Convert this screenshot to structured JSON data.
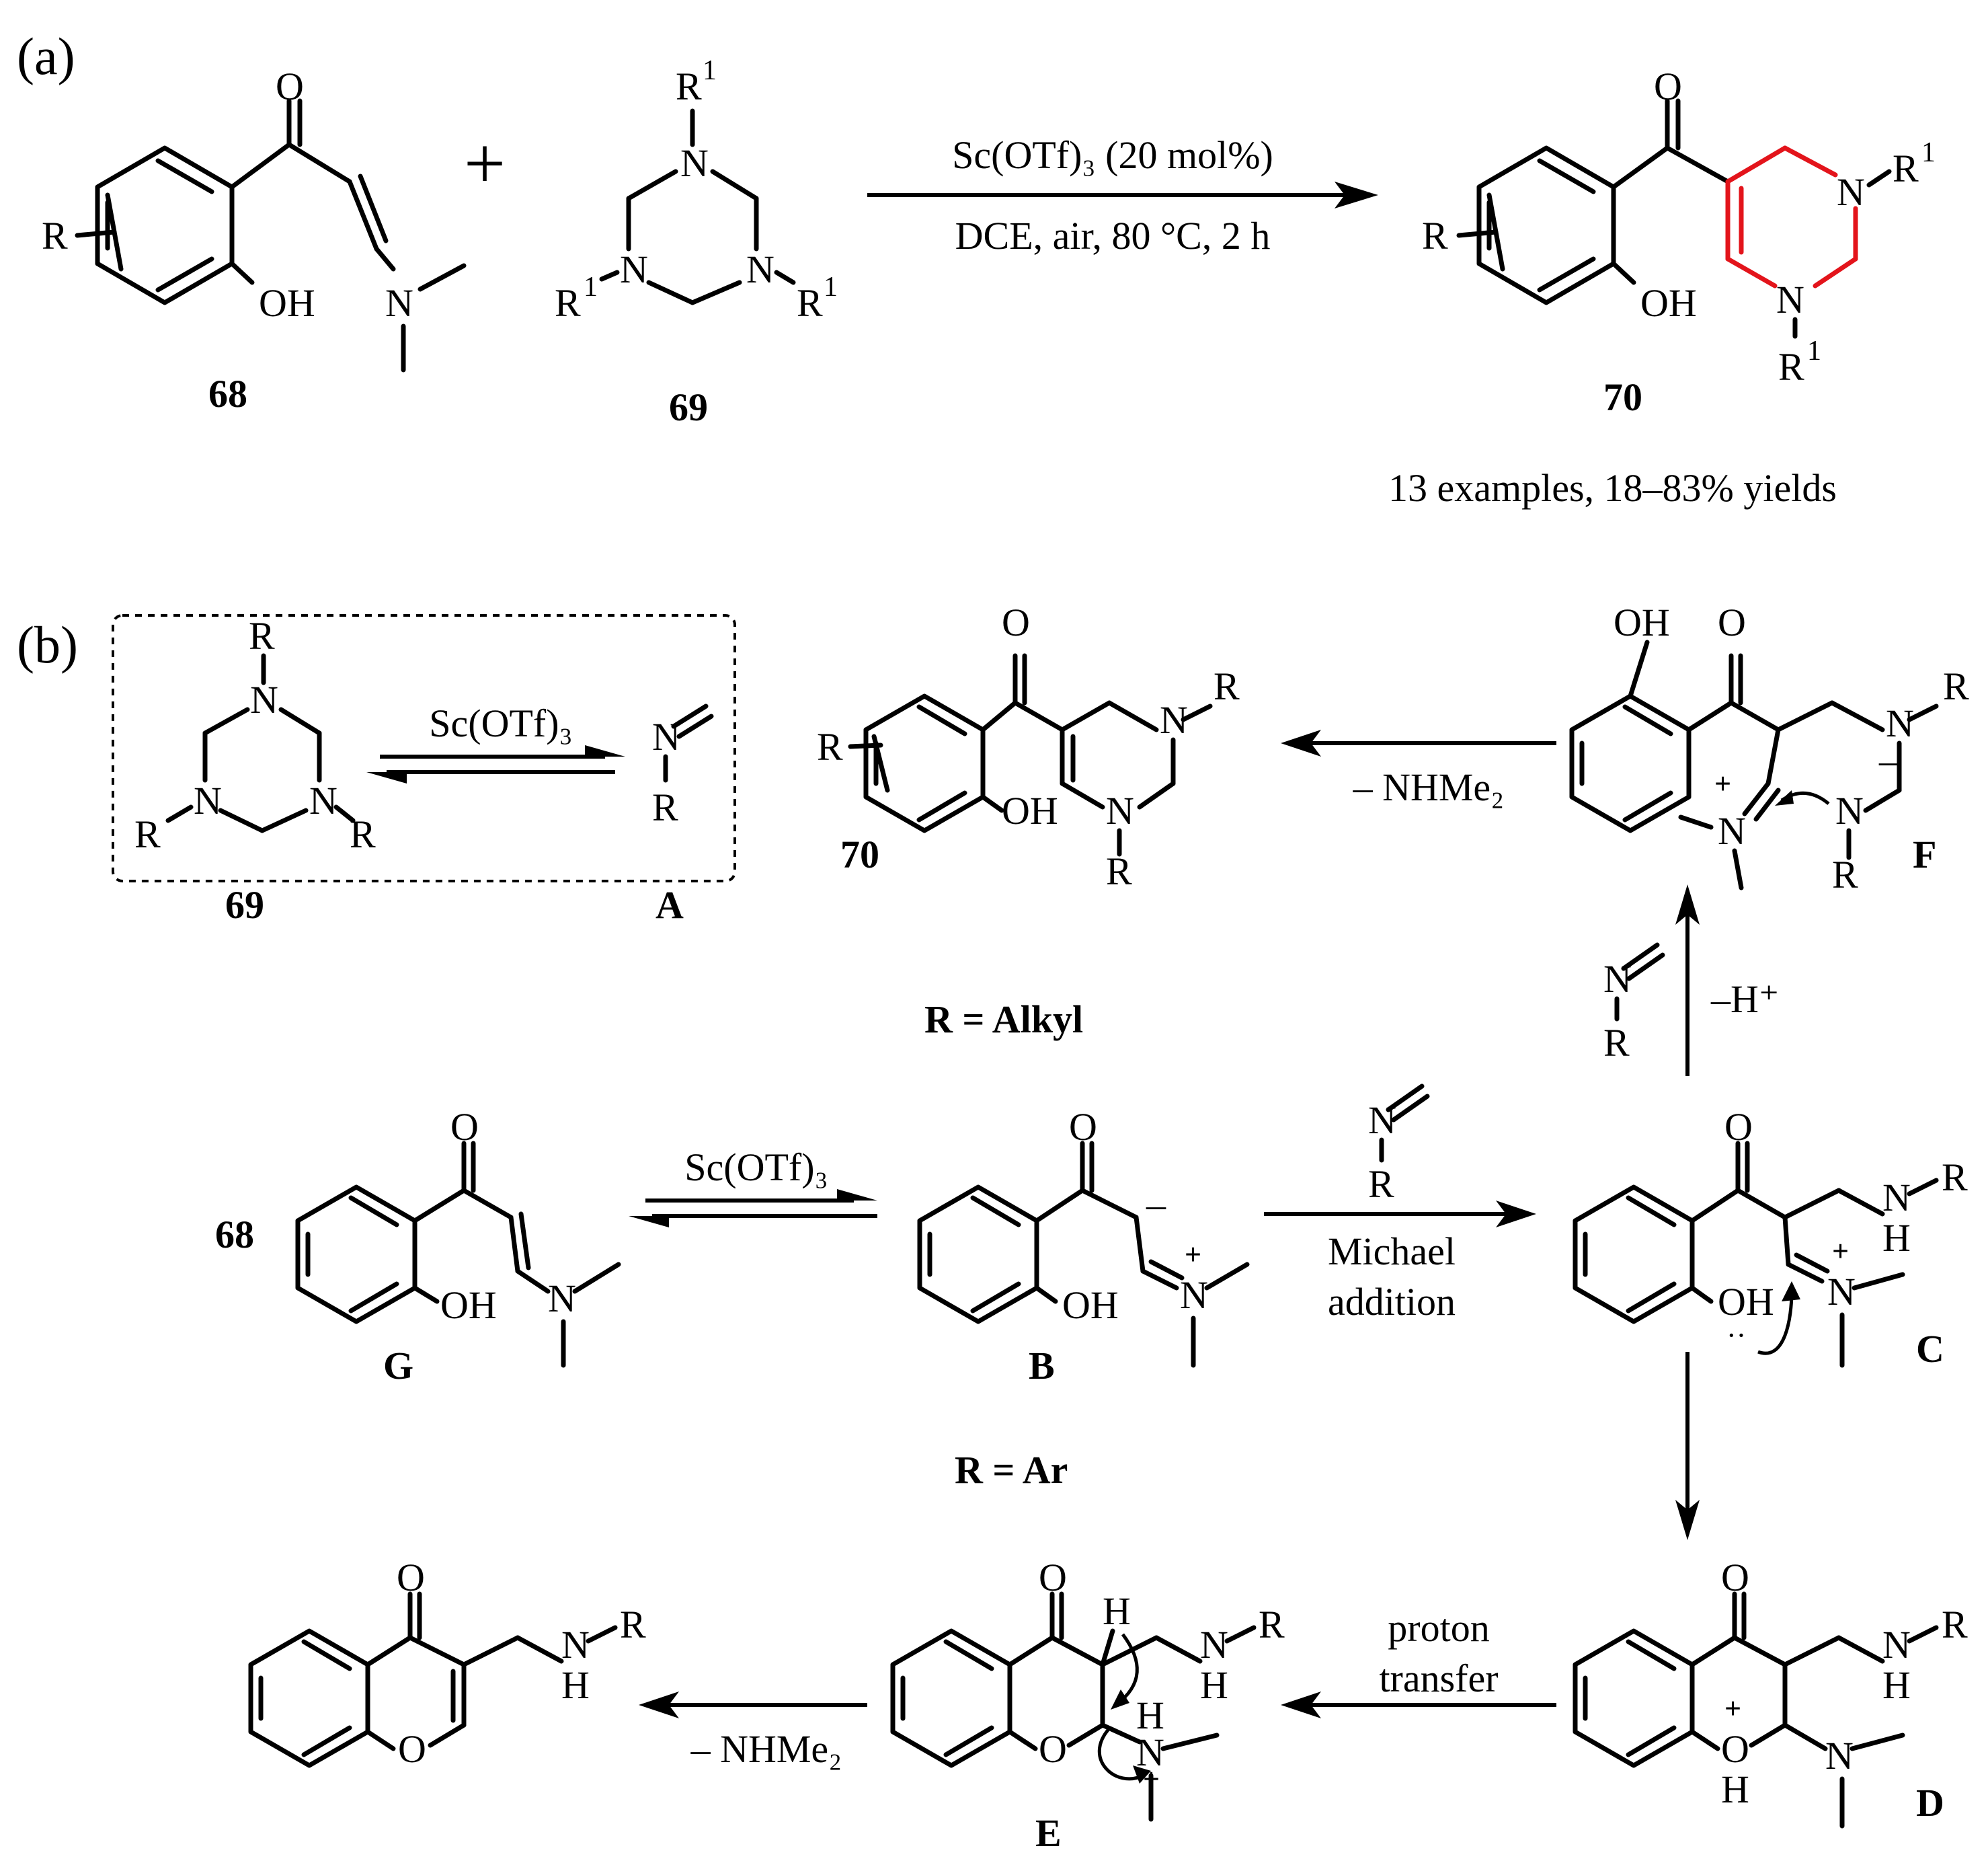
{
  "panel_a": {
    "label": "(a)",
    "plus_sign": "+",
    "compound_68": "68",
    "compound_69": "69",
    "compound_70": "70",
    "conditions_top": "Sc(OTf)₃ (20 mol%)",
    "conditions_bottom": "DCE, air, 80 °C, 2 h",
    "scope": "13 examples, 18–83% yields"
  },
  "panel_b": {
    "label": "(b)",
    "catalyst_equilibrium": "Sc(OTf)₃",
    "catalyst_G_to_B": "Sc(OTf)₃",
    "loss_F_to_70": "– NHMe₂",
    "step_C_to_F": "–H⁺",
    "michael_top": "Michael",
    "michael_bottom": "addition",
    "proton_top": "proton",
    "proton_bottom": "transfer",
    "loss_E_to_chromone": "– NHMe₂",
    "condition_alkyl": "R = Alkyl",
    "condition_aryl": "R = Ar",
    "labels": {
      "cmpd_69": "69",
      "A": "A",
      "cmpd_70": "70",
      "F": "F",
      "cmpd_68": "68",
      "G": "G",
      "B": "B",
      "C": "C",
      "D": "D",
      "E": "E"
    }
  },
  "colors": {
    "new_ring": "#e3141b",
    "bonds": "#000000"
  }
}
